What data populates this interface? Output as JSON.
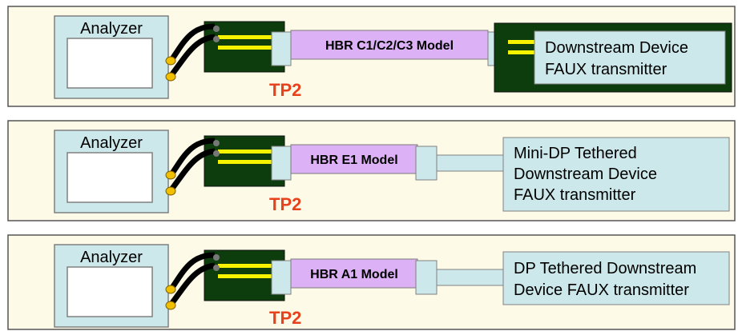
{
  "colors": {
    "panel_bg": "#fdfbe7",
    "light_blue": "#cce8ea",
    "box_border": "#808080",
    "board_green": "#0d3d0d",
    "trace_yellow": "#f6f200",
    "model_purple": "#dcb1f5",
    "probe_gold": "#f0c000",
    "tp_red": "#e8421c"
  },
  "panels": [
    {
      "analyzer_label": "Analyzer",
      "tp_label": "TP2",
      "model_label": "HBR C1/C2/C3 Model",
      "device_lines": [
        "Downstream Device",
        "FAUX transmitter"
      ]
    },
    {
      "analyzer_label": "Analyzer",
      "tp_label": "TP2",
      "model_label": "HBR E1 Model",
      "device_lines": [
        "Mini-DP Tethered",
        "Downstream Device",
        "FAUX transmitter"
      ]
    },
    {
      "analyzer_label": "Analyzer",
      "tp_label": "TP2",
      "model_label": "HBR A1 Model",
      "device_lines": [
        "DP Tethered Downstream",
        "Device FAUX transmitter"
      ]
    }
  ]
}
